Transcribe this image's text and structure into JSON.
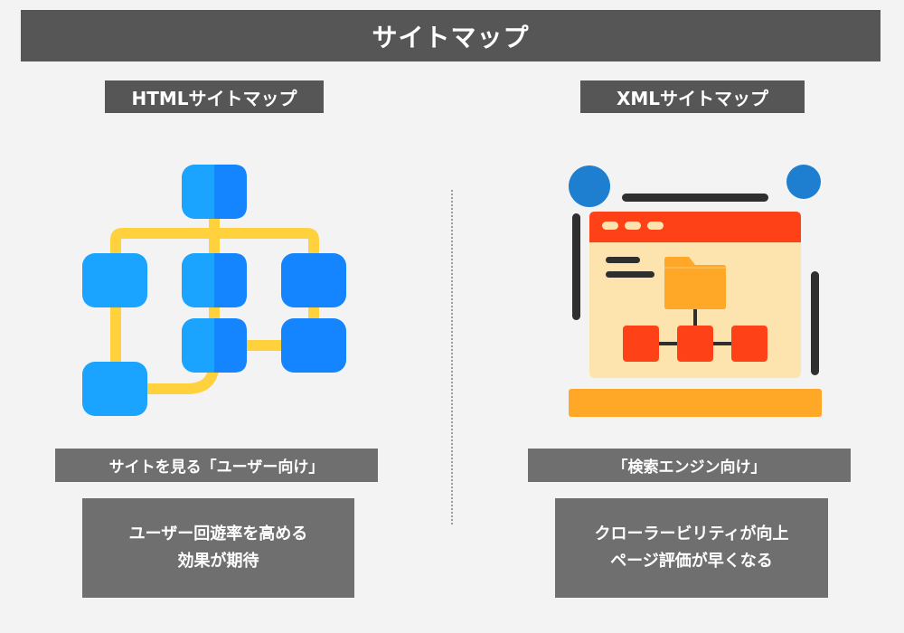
{
  "title": "サイトマップ",
  "columns": {
    "html": {
      "heading": "HTMLサイトマップ",
      "label": "サイトを見る「ユーザー向け」",
      "description": [
        "ユーザー回遊率を高める",
        "効果が期待"
      ]
    },
    "xml": {
      "heading": "XMLサイトマップ",
      "label": "「検索エンジン向け」",
      "description": [
        "クローラービリティが向上",
        "ページ評価が早くなる"
      ]
    }
  },
  "colors": {
    "blue_light": "#1aa3ff",
    "blue_dark": "#1485ff",
    "connector_yellow": "#ffd13d",
    "browser_red": "#ff4118",
    "browser_body": "#fde3ad",
    "folder_orange": "#ffa726",
    "dot_blue": "#1e7fd1",
    "bar_dark": "#2f2f2f"
  }
}
